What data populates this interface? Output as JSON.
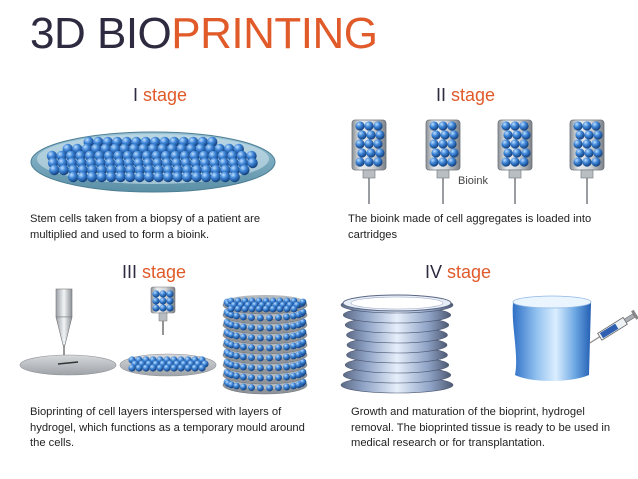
{
  "title": {
    "part1": "3D BIO",
    "part2": "PRINTING"
  },
  "stages": [
    {
      "numeral": "I",
      "word": "stage",
      "caption": "Stem cells taken from a biopsy of a patient are multiplied and used to form a bioink."
    },
    {
      "numeral": "II",
      "word": "stage",
      "caption": "The bioink made of cell aggregates is loaded into cartridges",
      "label": "Bioink"
    },
    {
      "numeral": "III",
      "word": "stage",
      "caption": "Bioprinting of cell layers interspersed with layers of hydrogel, which functions as a temporary mould around the cells."
    },
    {
      "numeral": "IV",
      "word": "stage",
      "caption": "Growth and maturation of the bioprint, hydrogel removal. The bioprinted tissue is ready to be used in medical research or for transplantation."
    }
  ],
  "colors": {
    "title_dark": "#2e2a3f",
    "accent": "#e05a2a",
    "cell": "#3a7fd0",
    "gel": "#c0c4c8"
  }
}
